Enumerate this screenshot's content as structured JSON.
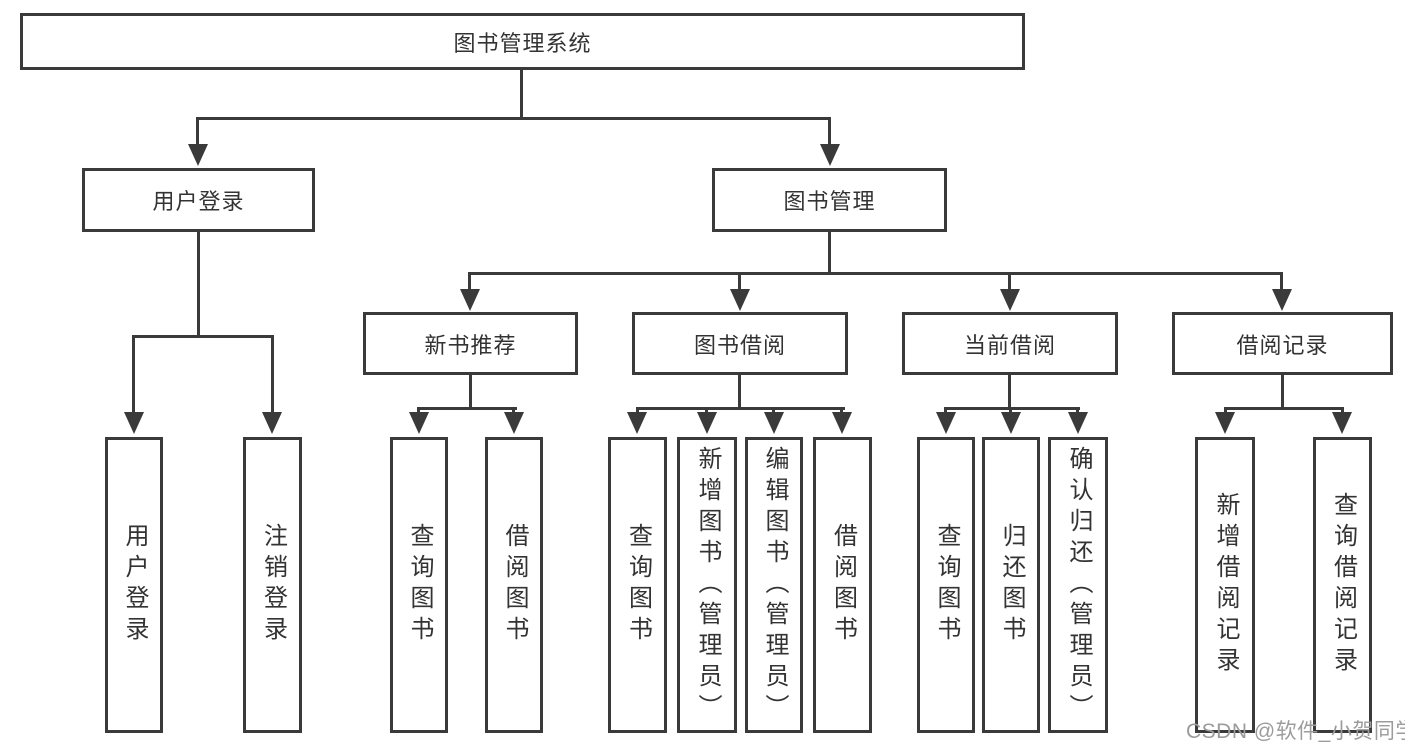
{
  "diagram": {
    "title": "图书管理系统",
    "root": {
      "label": "图书管理系统"
    },
    "branches": [
      {
        "label": "用户登录",
        "children": [
          {
            "label": "用户登录"
          },
          {
            "label": "注销登录"
          }
        ]
      },
      {
        "label": "图书管理",
        "groups": [
          {
            "label": "新书推荐",
            "children": [
              {
                "label": "查询图书"
              },
              {
                "label": "借阅图书"
              }
            ]
          },
          {
            "label": "图书借阅",
            "children": [
              {
                "label": "查询图书"
              },
              {
                "label": "新增图书（管理员）"
              },
              {
                "label": "编辑图书（管理员）"
              },
              {
                "label": "借阅图书"
              }
            ]
          },
          {
            "label": "当前借阅",
            "children": [
              {
                "label": "查询图书"
              },
              {
                "label": "归还图书"
              },
              {
                "label": "确认归还（管理员）"
              }
            ]
          },
          {
            "label": "借阅记录",
            "children": [
              {
                "label": "新增借阅记录"
              },
              {
                "label": "查询借阅记录"
              }
            ]
          }
        ]
      }
    ]
  },
  "watermark": {
    "text": "CSDN @软件_小贺同学"
  },
  "colors": {
    "line": "#3a3a3a",
    "text": "#333333",
    "watermark_text": "#9c9c9c",
    "background": "#ffffff"
  }
}
